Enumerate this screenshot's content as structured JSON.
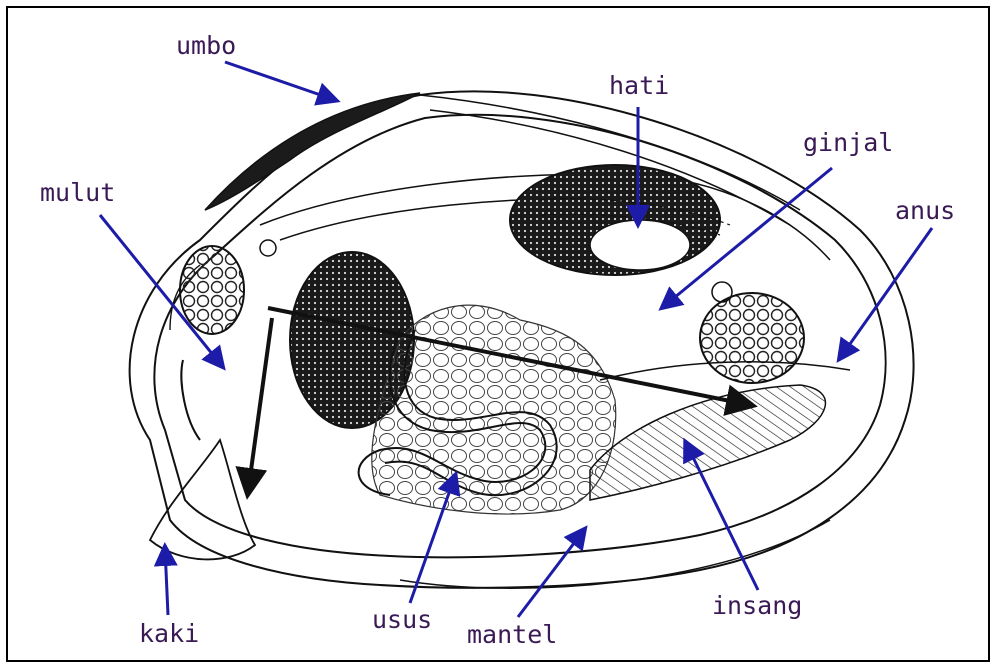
{
  "labels": {
    "umbo": "umbo",
    "hati": "hati",
    "ginjal": "ginjal",
    "mulut": "mulut",
    "anus": "anus",
    "kaki": "kaki",
    "usus": "usus",
    "mantel": "mantel",
    "insang": "insang"
  },
  "colors": {
    "arrow": "#1c1ca8",
    "label": "#3a1a55",
    "ink": "#111111"
  }
}
